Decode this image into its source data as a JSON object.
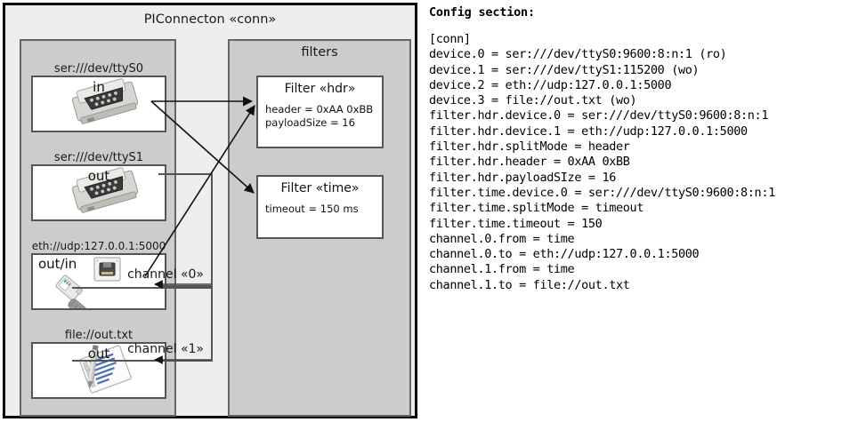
{
  "diagram": {
    "title": "PIConnecton «conn»",
    "devices_panel": {
      "title": "",
      "devices": [
        {
          "name": "device-ttyS0",
          "label": "ser:///dev/ttyS0",
          "io": "in",
          "icon": "serial-port-icon"
        },
        {
          "name": "device-ttyS1",
          "label": "ser:///dev/ttyS1",
          "io": "out",
          "icon": "serial-port-icon"
        },
        {
          "name": "device-eth",
          "label": "eth://udp:127.0.0.1:5000",
          "io": "out/in",
          "icon": "ethernet-cable-icon"
        },
        {
          "name": "device-file",
          "label": "file://out.txt",
          "io": "out",
          "icon": "text-document-icon"
        }
      ]
    },
    "filters_panel": {
      "title": "filters",
      "filters": [
        {
          "name": "filter-hdr",
          "title": "Filter «hdr»",
          "props": "header = 0xAA 0xBB\npayloadSize = 16"
        },
        {
          "name": "filter-time",
          "title": "Filter «time»",
          "props": "timeout = 150 ms"
        }
      ]
    },
    "channels": [
      {
        "name": "channel-0",
        "label": "channel «0»"
      },
      {
        "name": "channel-1",
        "label": "channel «1»"
      }
    ]
  },
  "config": {
    "heading": "Config section:",
    "lines": [
      "[conn]",
      "device.0 = ser:///dev/ttyS0:9600:8:n:1 (ro)",
      "device.1 = ser:///dev/ttyS1:115200 (wo)",
      "device.2 = eth://udp:127.0.0.1:5000",
      "device.3 = file://out.txt (wo)",
      "filter.hdr.device.0 = ser:///dev/ttyS0:9600:8:n:1",
      "filter.hdr.device.1 = eth://udp:127.0.0.1:5000",
      "filter.hdr.splitMode = header",
      "filter.hdr.header = 0xAA 0xBB",
      "filter.hdr.payloadSIze = 16",
      "filter.time.device.0 = ser:///dev/ttyS0:9600:8:n:1",
      "filter.time.splitMode = timeout",
      "filter.time.timeout = 150",
      "channel.0.from = time",
      "channel.0.to = eth://udp:127.0.0.1:5000",
      "channel.1.from = time",
      "channel.1.to = file://out.txt"
    ]
  },
  "colors": {
    "frame_border": "#000000",
    "frame_bg": "#eeeeee",
    "panel_bg": "#cccccc",
    "panel_border": "#666666",
    "box_bg": "#ffffff",
    "box_border": "#555555",
    "text": "#1a1a1a"
  }
}
